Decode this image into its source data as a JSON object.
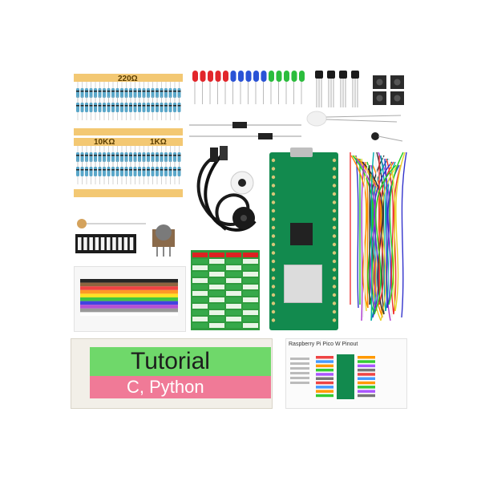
{
  "labels": {
    "resistor_top": "220Ω",
    "resistor_left": "10KΩ",
    "resistor_right": "1KΩ"
  },
  "tutorial": {
    "title": "Tutorial",
    "subtitle": "C, Python"
  },
  "pinout_card": {
    "title": "Raspberry Pi Pico W Pinout"
  },
  "colors": {
    "tape": "#f3c873",
    "board_green": "#128a4e",
    "tutorial_green": "#6fd86a",
    "tutorial_red": "#f07a97",
    "led_red": "#e2262b",
    "led_blue": "#2a53d6",
    "led_green": "#2bbd3d"
  }
}
